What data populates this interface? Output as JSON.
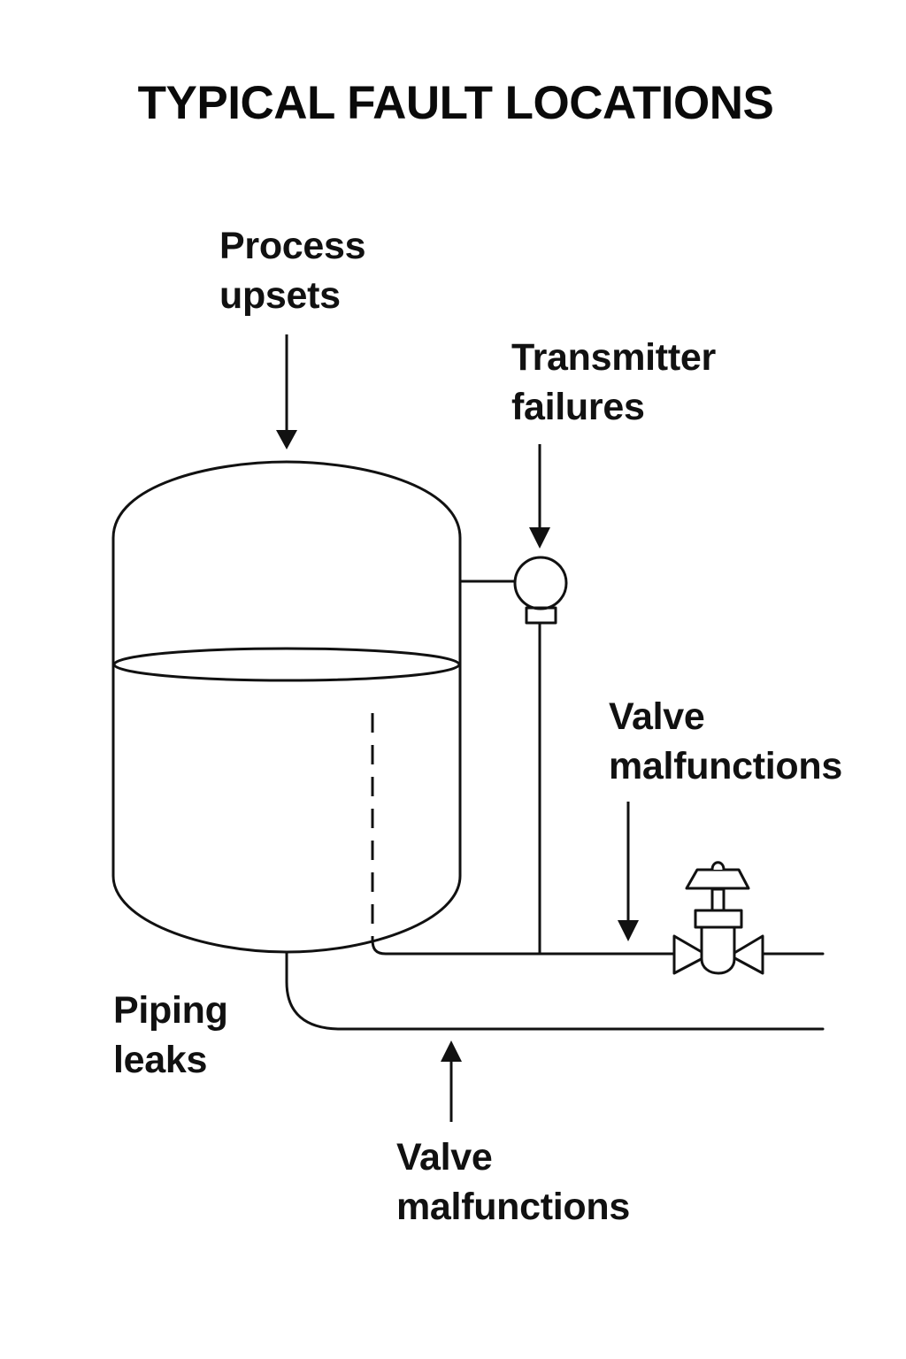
{
  "diagram": {
    "title": "TYPICAL FAULT LOCATIONS",
    "colors": {
      "stroke": "#111111",
      "background": "#ffffff"
    },
    "labels": {
      "process_upsets": {
        "line1": "Process",
        "line2": "upsets"
      },
      "transmitter_failures": {
        "line1": "Transmitter",
        "line2": "failures"
      },
      "valve_malfunctions_upper": {
        "line1": "Valve",
        "line2": "malfunctions"
      },
      "piping_leaks": {
        "line1": "Piping",
        "line2": "leaks"
      },
      "valve_malfunctions_lower": {
        "line1": "Valve",
        "line2": "malfunctions"
      }
    },
    "components": [
      {
        "id": "vessel",
        "type": "vertical-tank"
      },
      {
        "id": "liquid-level",
        "type": "liquid-surface"
      },
      {
        "id": "dip-tube",
        "type": "dashed-internal-pipe"
      },
      {
        "id": "transmitter",
        "type": "pressure-transmitter"
      },
      {
        "id": "control-valve",
        "type": "globe-control-valve"
      },
      {
        "id": "outlet-pipe-upper",
        "type": "pipe"
      },
      {
        "id": "outlet-pipe-lower",
        "type": "pipe"
      }
    ]
  }
}
